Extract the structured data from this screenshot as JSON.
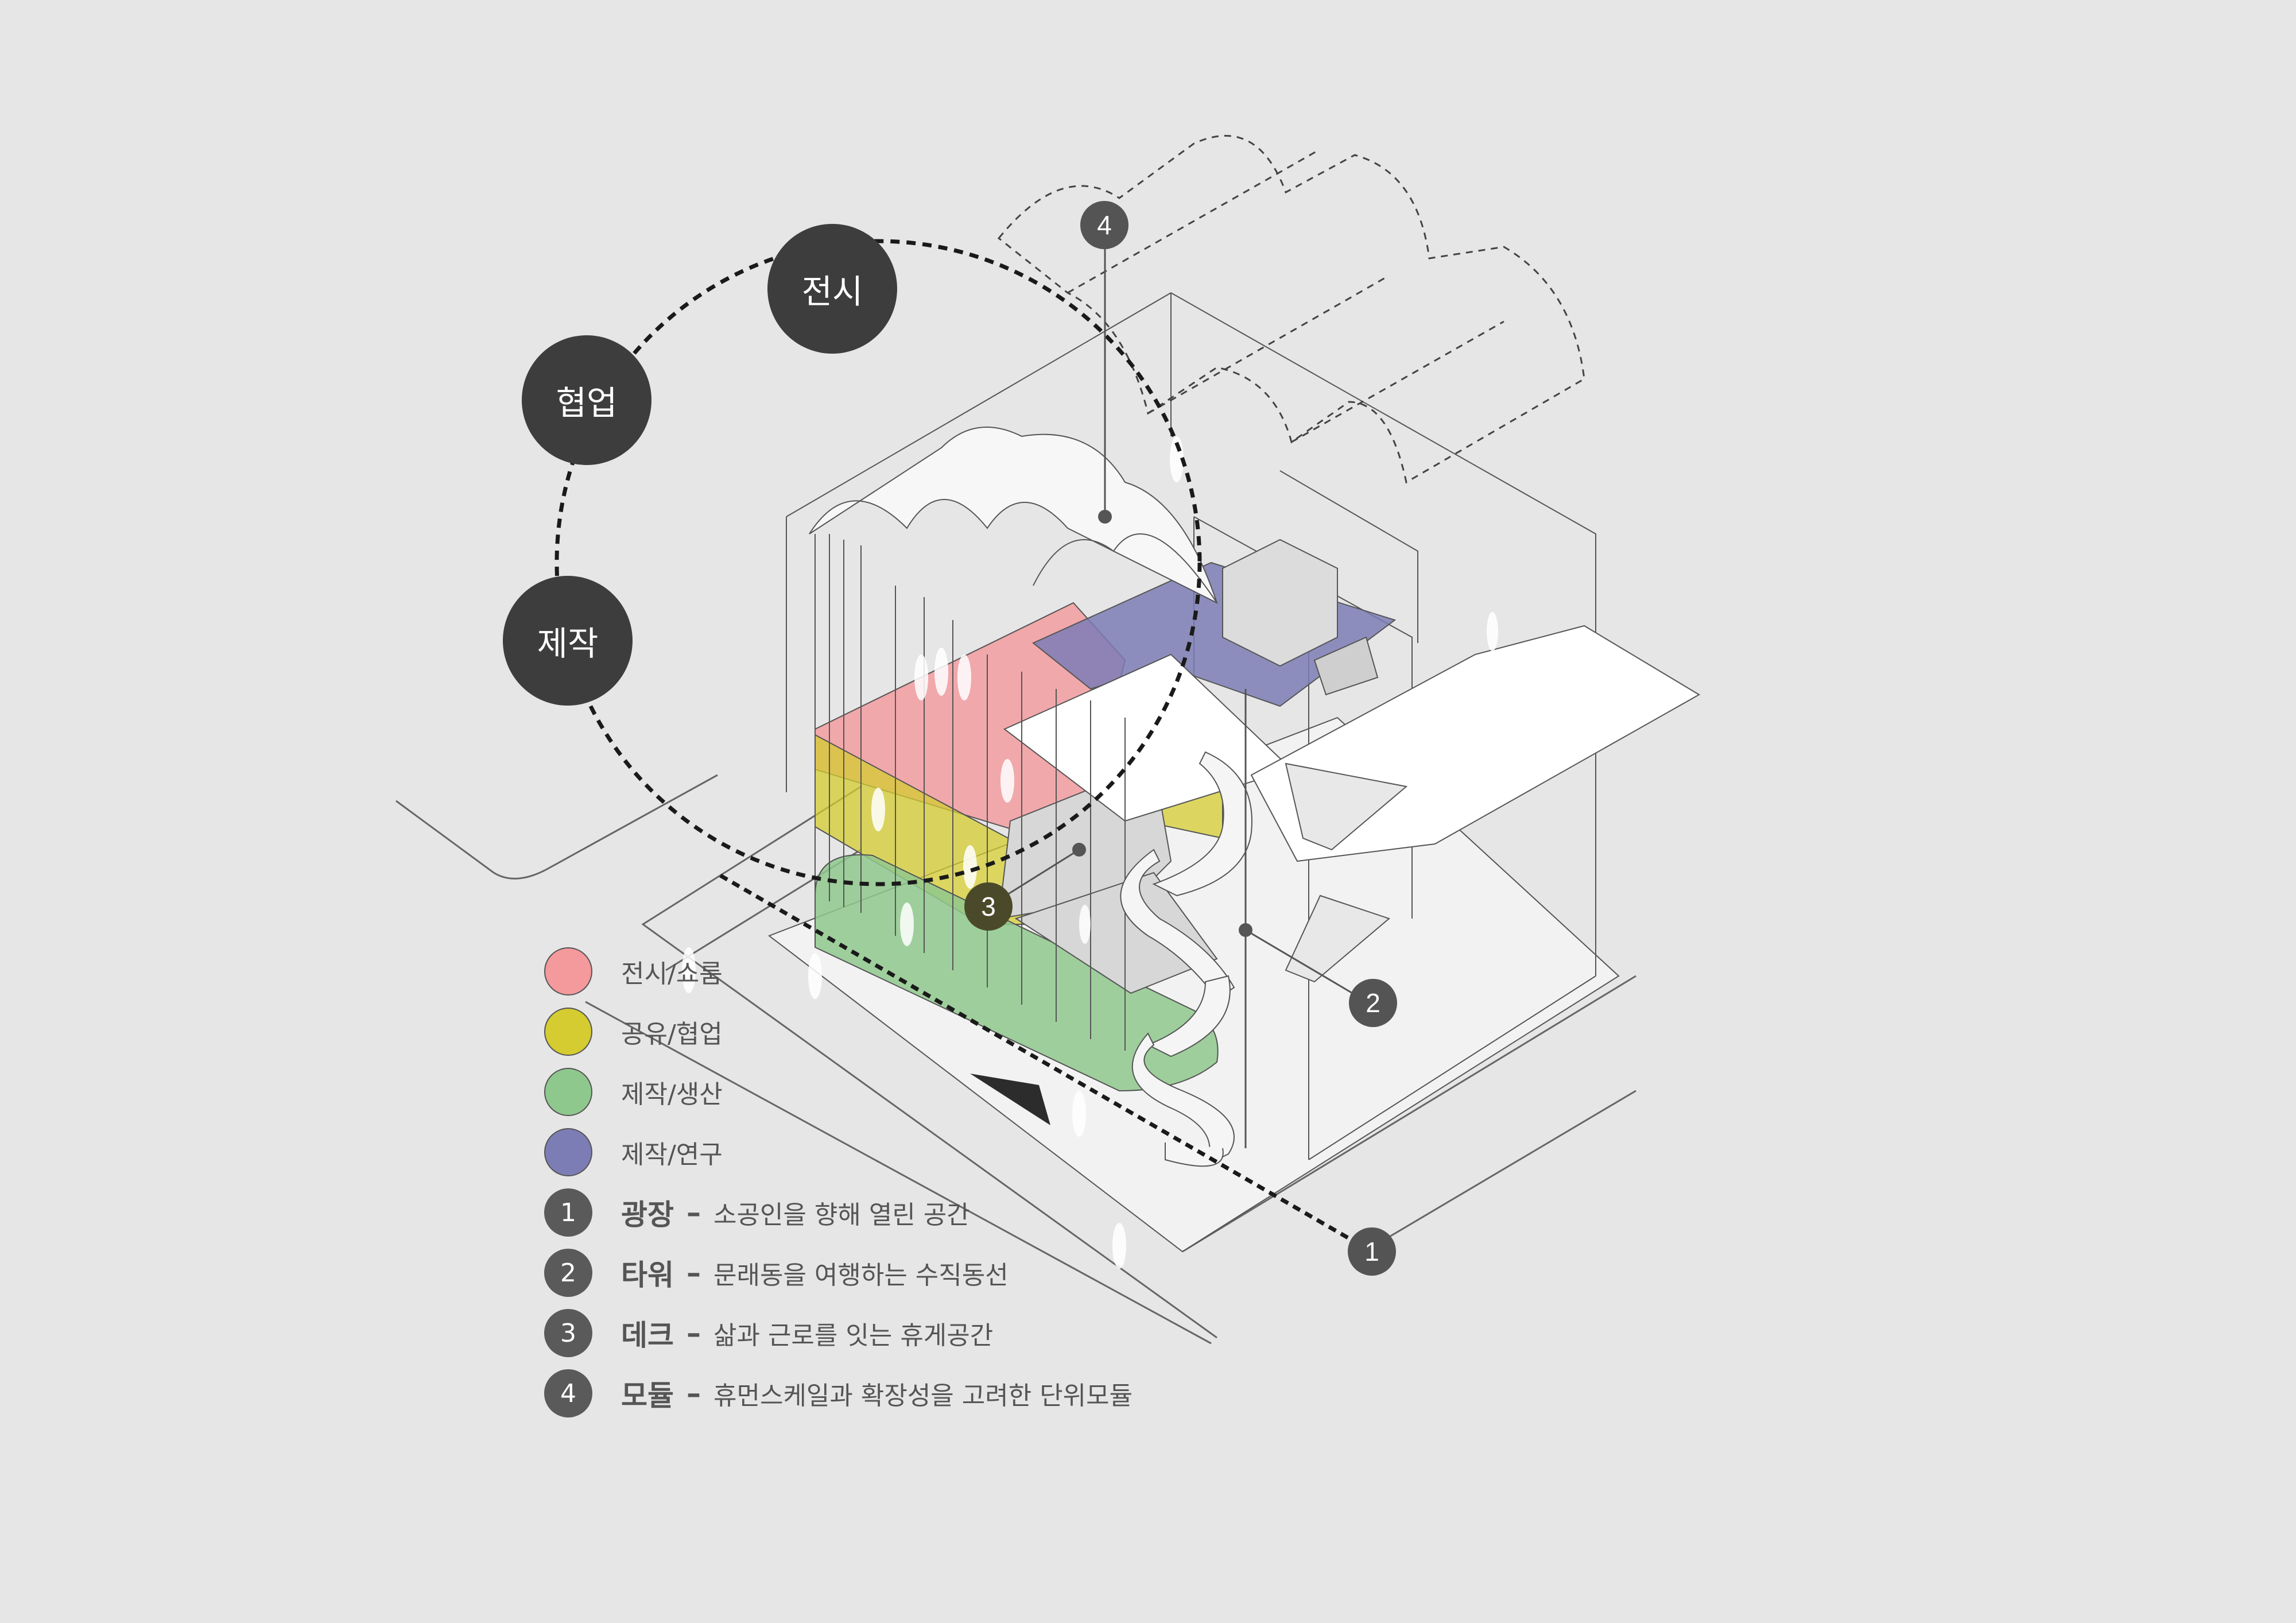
{
  "concept_cycle": [
    {
      "label": "전시"
    },
    {
      "label": "협업"
    },
    {
      "label": "제작"
    }
  ],
  "program_legend": [
    {
      "label": "전시/쇼룸",
      "color": "#f4999c"
    },
    {
      "label": "공유/협업",
      "color": "#d4cc30"
    },
    {
      "label": "제작/생산",
      "color": "#8fc88d"
    },
    {
      "label": "제작/연구",
      "color": "#7d7db5"
    }
  ],
  "strategy_legend": [
    {
      "number": "1",
      "name": "광장",
      "dash": "–",
      "description": "소공인을 향해 열린 공간"
    },
    {
      "number": "2",
      "name": "타워",
      "dash": "–",
      "description": "문래동을 여행하는 수직동선"
    },
    {
      "number": "3",
      "name": "데크",
      "dash": "–",
      "description": "삶과 근로를 잇는 휴게공간"
    },
    {
      "number": "4",
      "name": "모듈",
      "dash": "–",
      "description": "휴먼스케일과 확장성을 고려한 단위모듈"
    }
  ],
  "diagram_markers": [
    {
      "number": "1"
    },
    {
      "number": "2"
    },
    {
      "number": "3"
    },
    {
      "number": "4"
    }
  ],
  "colors": {
    "background": "#e6e6e6",
    "bubble": "#3d3d3d",
    "marker": "#545454",
    "line": "#555555"
  }
}
